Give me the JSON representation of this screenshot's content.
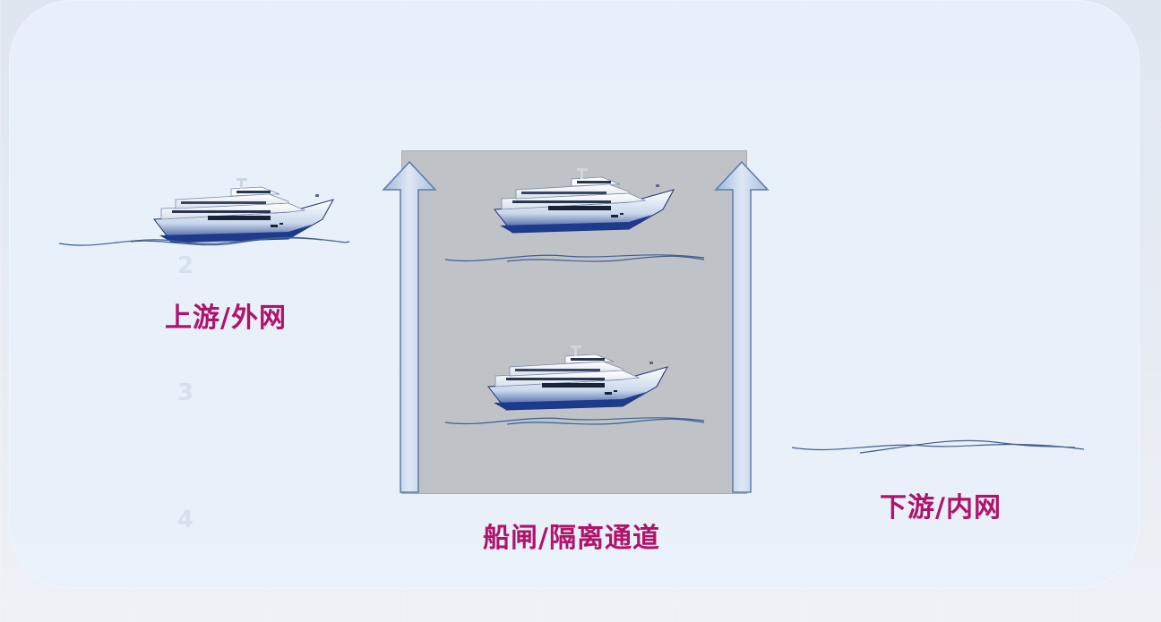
{
  "diagram": {
    "labels": {
      "upstream": "上游/外网",
      "lock": "船闸/隔离通道",
      "downstream": "下游/内网"
    },
    "background_numbers": [
      "2",
      "3",
      "4"
    ],
    "colors": {
      "label": "#b0136a",
      "lock_fill": "#bfc3c8",
      "arrow_fill": "#b6cbe6",
      "arrow_stroke": "#5b7aa8",
      "wave": "#3f5f8f"
    }
  }
}
